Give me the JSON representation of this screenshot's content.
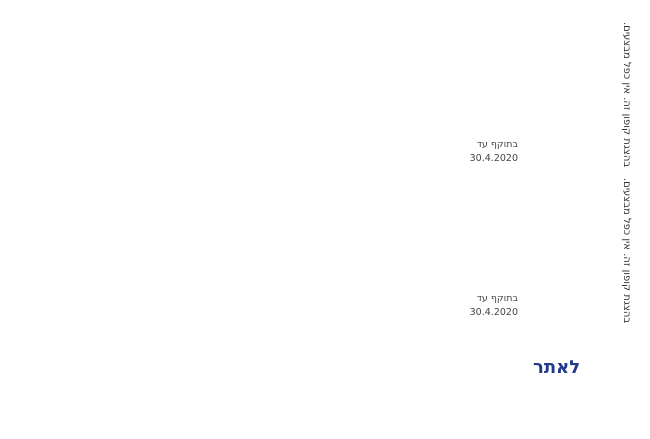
{
  "disclaimers": [
    "בהצגת קופון זה. אין כפל מבצעים.",
    "בהצגת קופון זה. אין כפל מבצעים."
  ],
  "coupons": [
    {
      "valid_label": "בתוקף עד",
      "valid_date": "30.4.2020"
    },
    {
      "valid_label": "בתוקף עד",
      "valid_date": "30.4.2020"
    }
  ],
  "site_link": "לאתר",
  "colors": {
    "link": "#233a8b",
    "text": "#333333"
  }
}
